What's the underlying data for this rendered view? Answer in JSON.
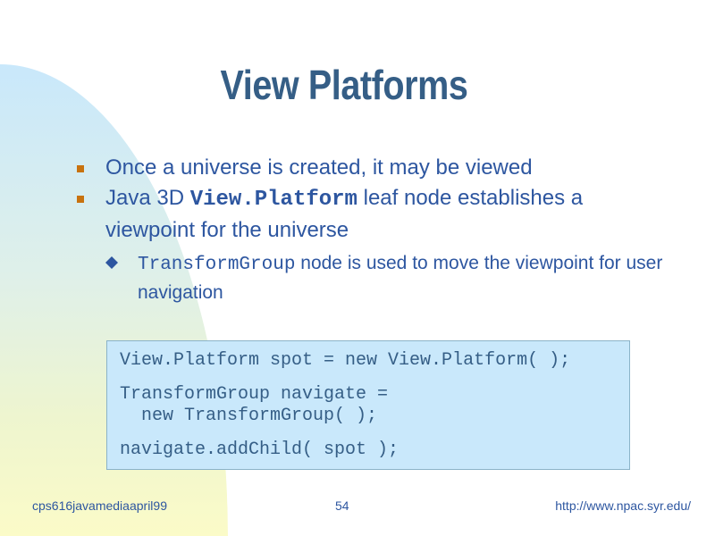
{
  "slide": {
    "title": "View Platforms",
    "bullets": [
      {
        "text": "Once a universe is created, it may be viewed"
      },
      {
        "pre": "Java 3D ",
        "code": "View.Platform",
        "post": " leaf node establishes a",
        "cont": "viewpoint for the universe"
      }
    ],
    "sub_bullet": {
      "code": "TransformGroup",
      "post": " node is used to move the viewpoint",
      "cont": "for user navigation"
    },
    "code_lines": [
      "View.Platform spot = new View.Platform( );",
      "TransformGroup navigate =",
      "  new TransformGroup( );",
      "navigate.addChild( spot );"
    ],
    "footer": {
      "left": "cps616javamediaapril99",
      "center": "54",
      "right": "http://www.npac.syr.edu/"
    },
    "colors": {
      "title": "#355e86",
      "text": "#2d56a0",
      "bullet": "#c8720e",
      "code_bg": "#c9e8fb"
    },
    "icons": {
      "bullet": "square-bullet-icon",
      "sub_bullet": "diamond-bullet-icon"
    }
  }
}
